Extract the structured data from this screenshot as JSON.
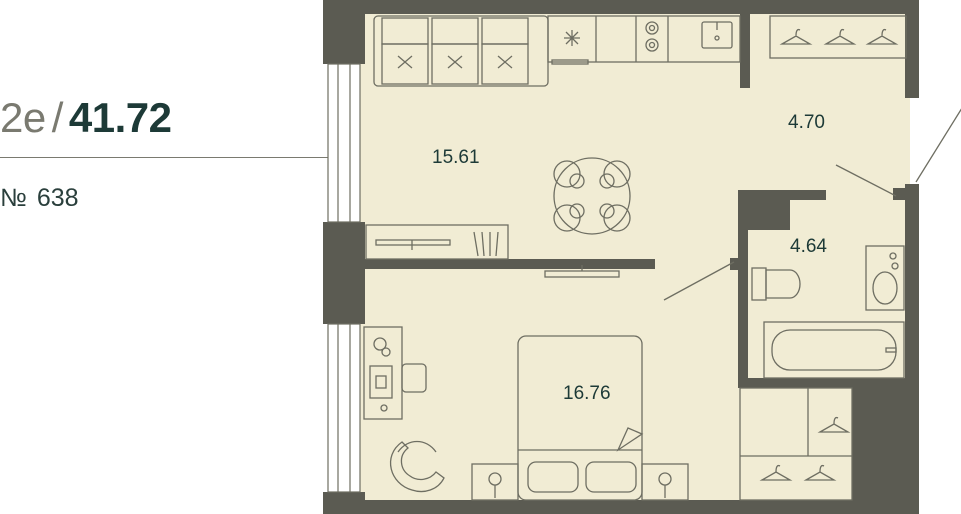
{
  "apartment": {
    "type_label": "2e",
    "separator": "/",
    "total_area": "41.72",
    "number_symbol": "№",
    "number": "638"
  },
  "rooms": {
    "living_kitchen": "15.61",
    "hallway": "4.70",
    "bathroom": "4.64",
    "bedroom": "16.76"
  },
  "colors": {
    "floor": "#f1ecd4",
    "wall": "#5b5b52",
    "line": "#6e6e62",
    "text": "#1d3a37"
  }
}
